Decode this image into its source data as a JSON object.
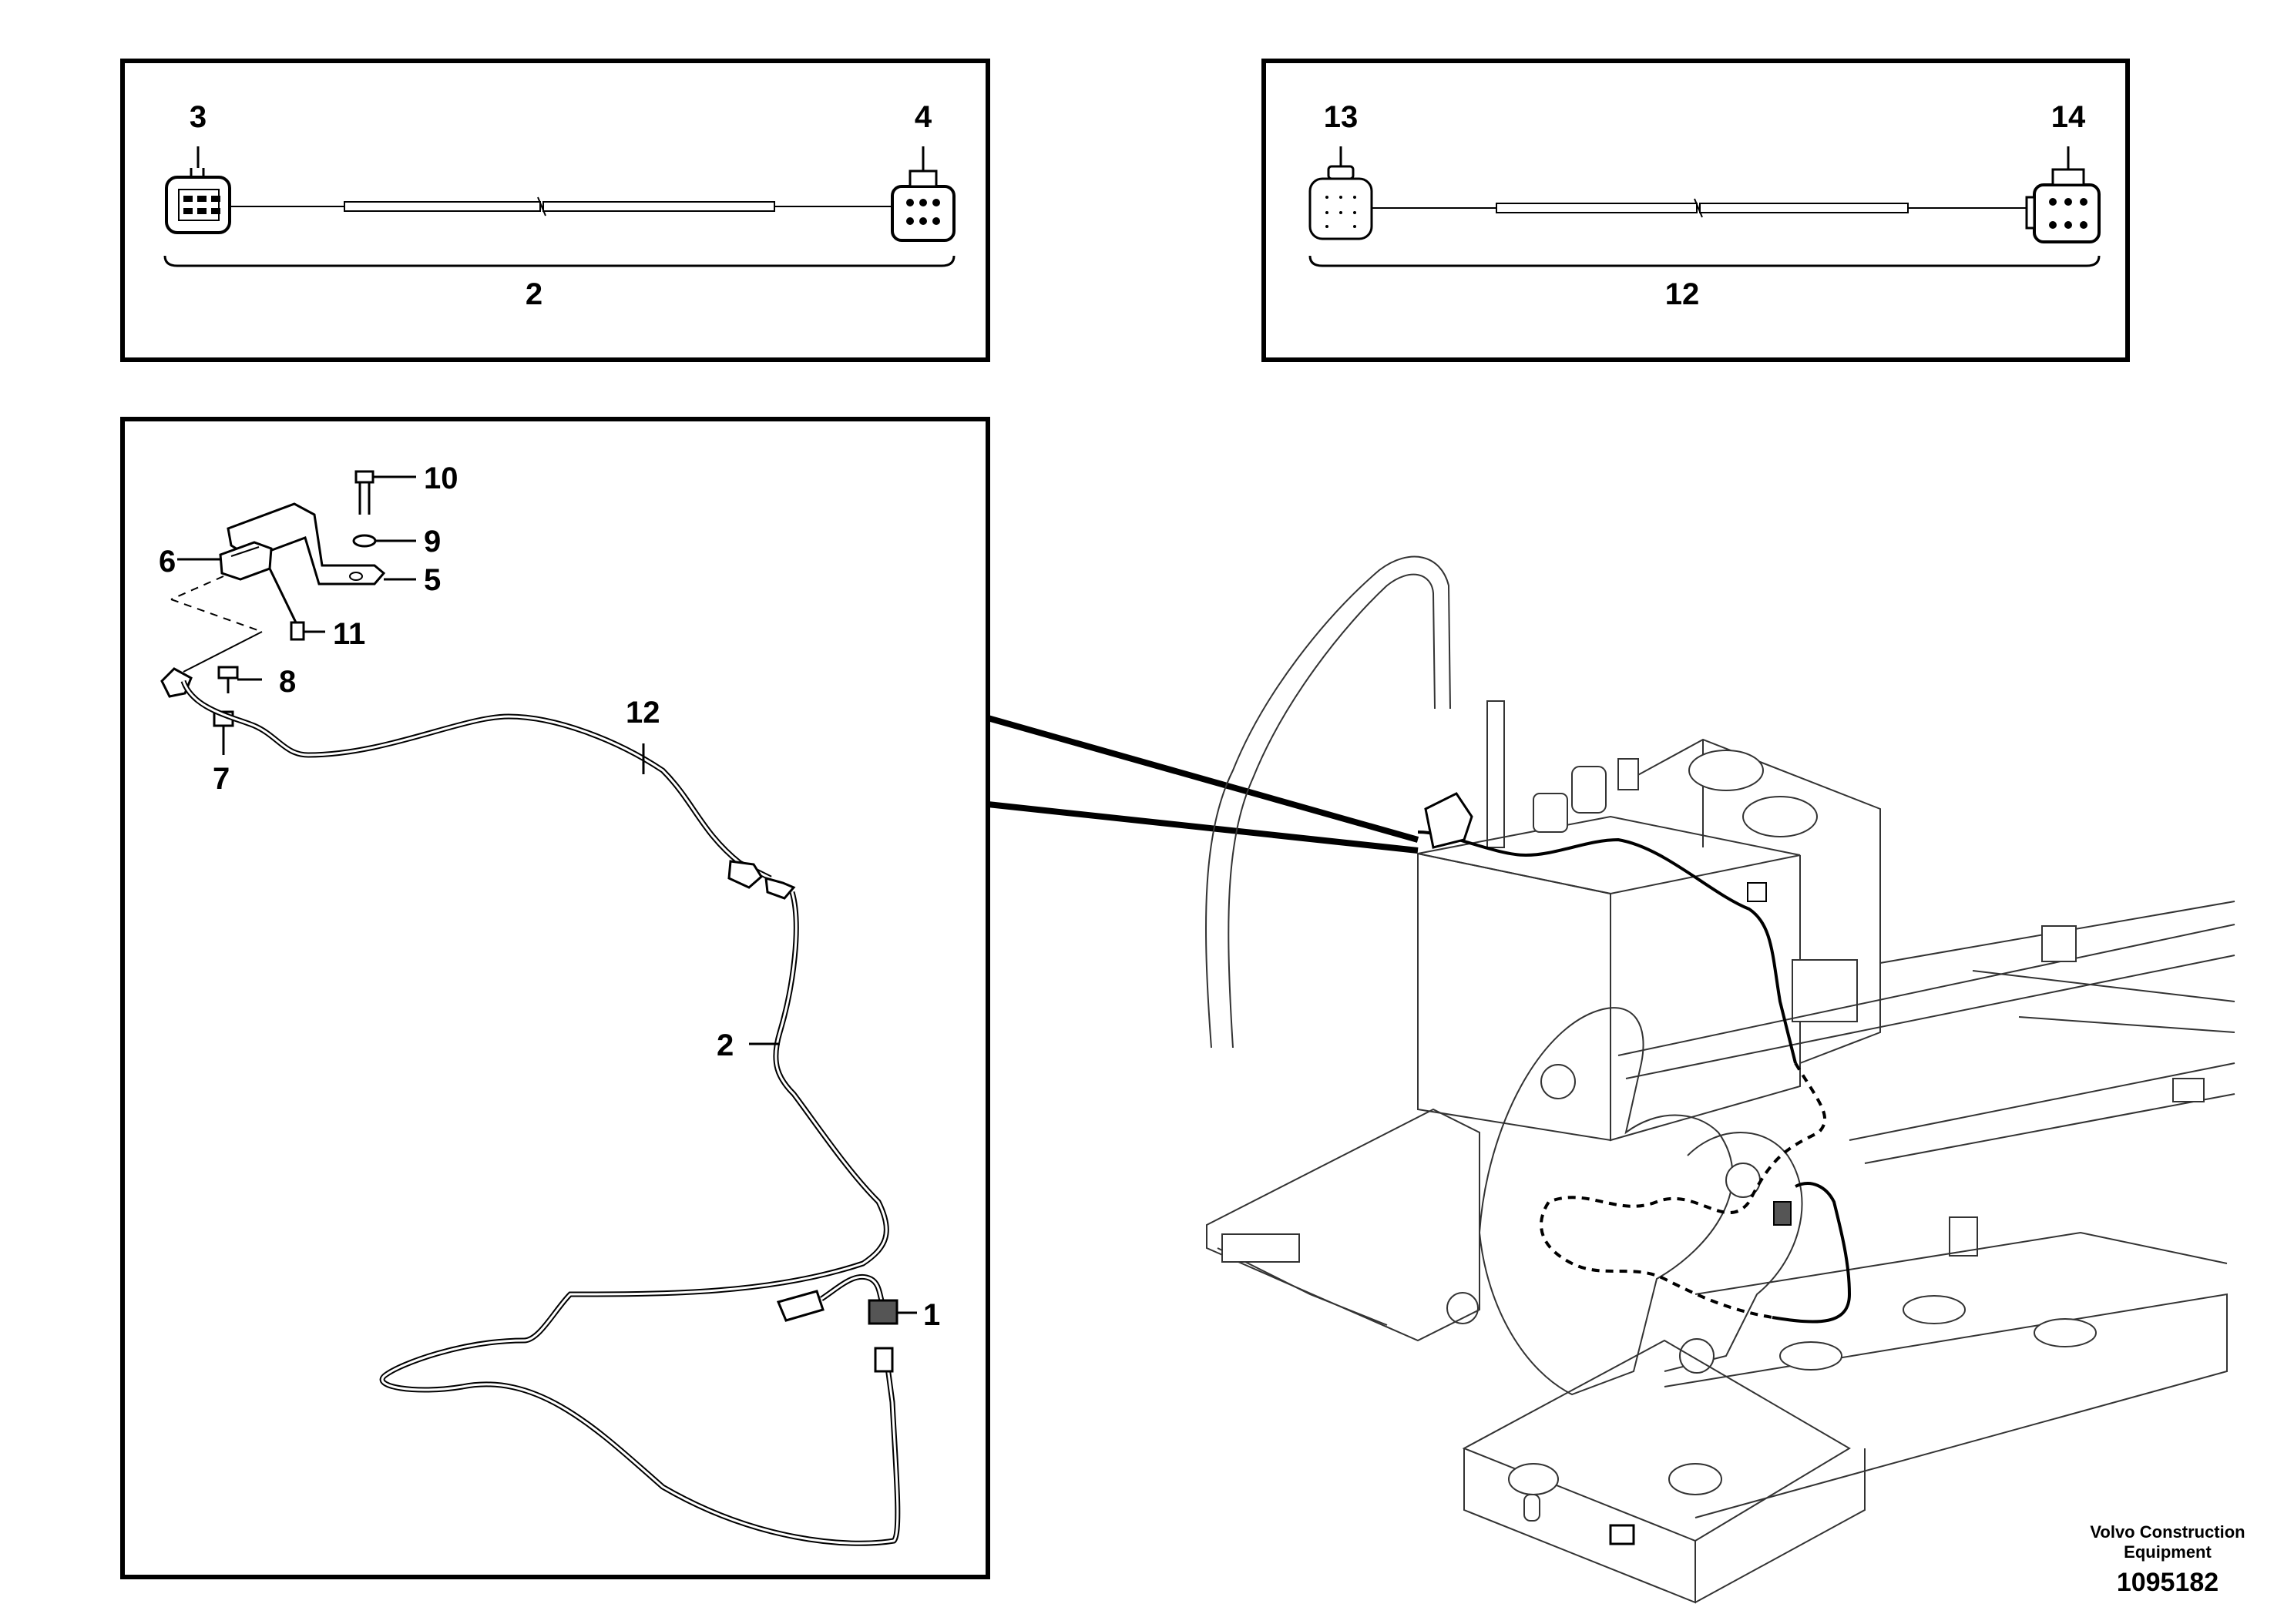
{
  "panels": {
    "top_left": {
      "connector_left_label": "3",
      "connector_right_label": "4",
      "harness_label": "2"
    },
    "top_right": {
      "connector_left_label": "13",
      "connector_right_label": "14",
      "harness_label": "12"
    },
    "detail": {
      "callouts": {
        "c1": "1",
        "c2": "2",
        "c5": "5",
        "c6": "6",
        "c7": "7",
        "c8": "8",
        "c9": "9",
        "c10": "10",
        "c11": "11",
        "c12": "12"
      }
    }
  },
  "footer": {
    "company_line1": "Volvo Construction",
    "company_line2": "Equipment",
    "drawing_number": "1095182"
  }
}
